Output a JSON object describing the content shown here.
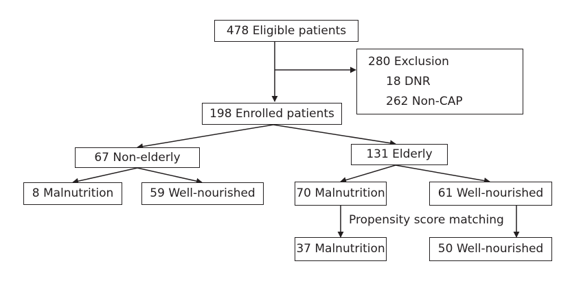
{
  "nodes": {
    "eligible": "478 Eligible patients",
    "exclusion_title": "280 Exclusion",
    "exclusion_dnr": "18 DNR",
    "exclusion_noncap": "262 Non-CAP",
    "enrolled": "198 Enrolled patients",
    "non_elderly": "67 Non-elderly",
    "elderly": "131 Elderly",
    "ne_malnutrition": "8 Malnutrition",
    "ne_well": "59 Well-nourished",
    "el_malnutrition": "70 Malnutrition",
    "el_well": "61 Well-nourished",
    "matched_malnutrition": "37 Malnutrition",
    "matched_well": "50 Well-nourished"
  },
  "edge_labels": {
    "matching": "Propensity score matching"
  }
}
